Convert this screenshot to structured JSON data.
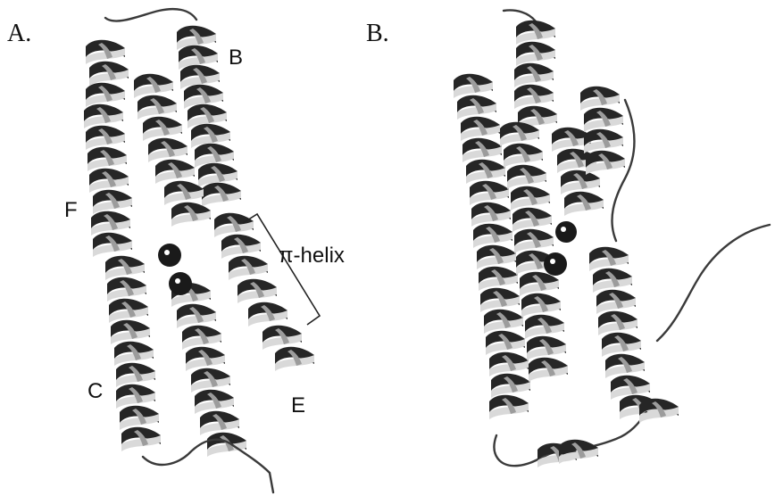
{
  "panels": {
    "a": {
      "letter": "A.",
      "helix_labels": [
        "B",
        "F",
        "C",
        "E"
      ],
      "annotation": "π-helix"
    },
    "b": {
      "letter": "B."
    }
  }
}
